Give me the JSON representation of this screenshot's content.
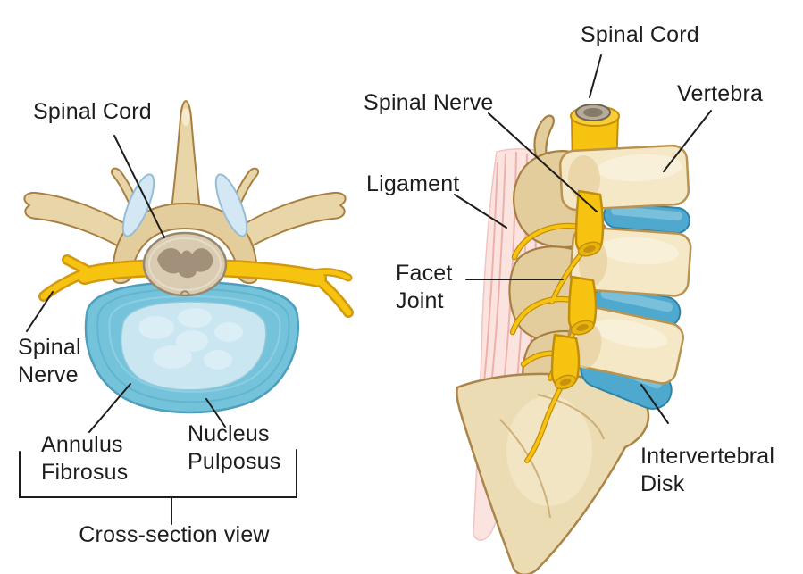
{
  "left_panel": {
    "caption": "Cross-section view",
    "labels": {
      "spinal_cord": "Spinal Cord",
      "spinal_nerve": "Spinal\nNerve",
      "annulus_fibrosus": "Annulus\nFibrosus",
      "nucleus_pulposus": "Nucleus\nPulposus"
    }
  },
  "right_panel": {
    "labels": {
      "spinal_cord": "Spinal Cord",
      "spinal_nerve": "Spinal Nerve",
      "vertebra": "Vertebra",
      "ligament": "Ligament",
      "facet_joint": "Facet\nJoint",
      "intervertebral_disk": "Intervertebral\nDisk"
    }
  },
  "colors": {
    "background": "#ffffff",
    "bone_cream": "#f4e8c6",
    "bone_tan": "#e9d6a8",
    "bone_dark_tan": "#e3cd9c",
    "bone_outline": "#a87f42",
    "disk_blue": "#4fa9cf",
    "annulus_blue": "#74c3da",
    "nucleus_blue": "#c9e6f1",
    "nerve_yellow": "#f6c410",
    "nerve_outline": "#c28d08",
    "cord_gray_tan": "#d9ccb2",
    "cord_gray_dark": "#a2907a",
    "ligament_pink": "#fbe3e0",
    "ligament_streak_pink": "#eba9a4",
    "cartilage_pale_blue": "#d3e8f4",
    "label_text": "#1d1d1b"
  }
}
